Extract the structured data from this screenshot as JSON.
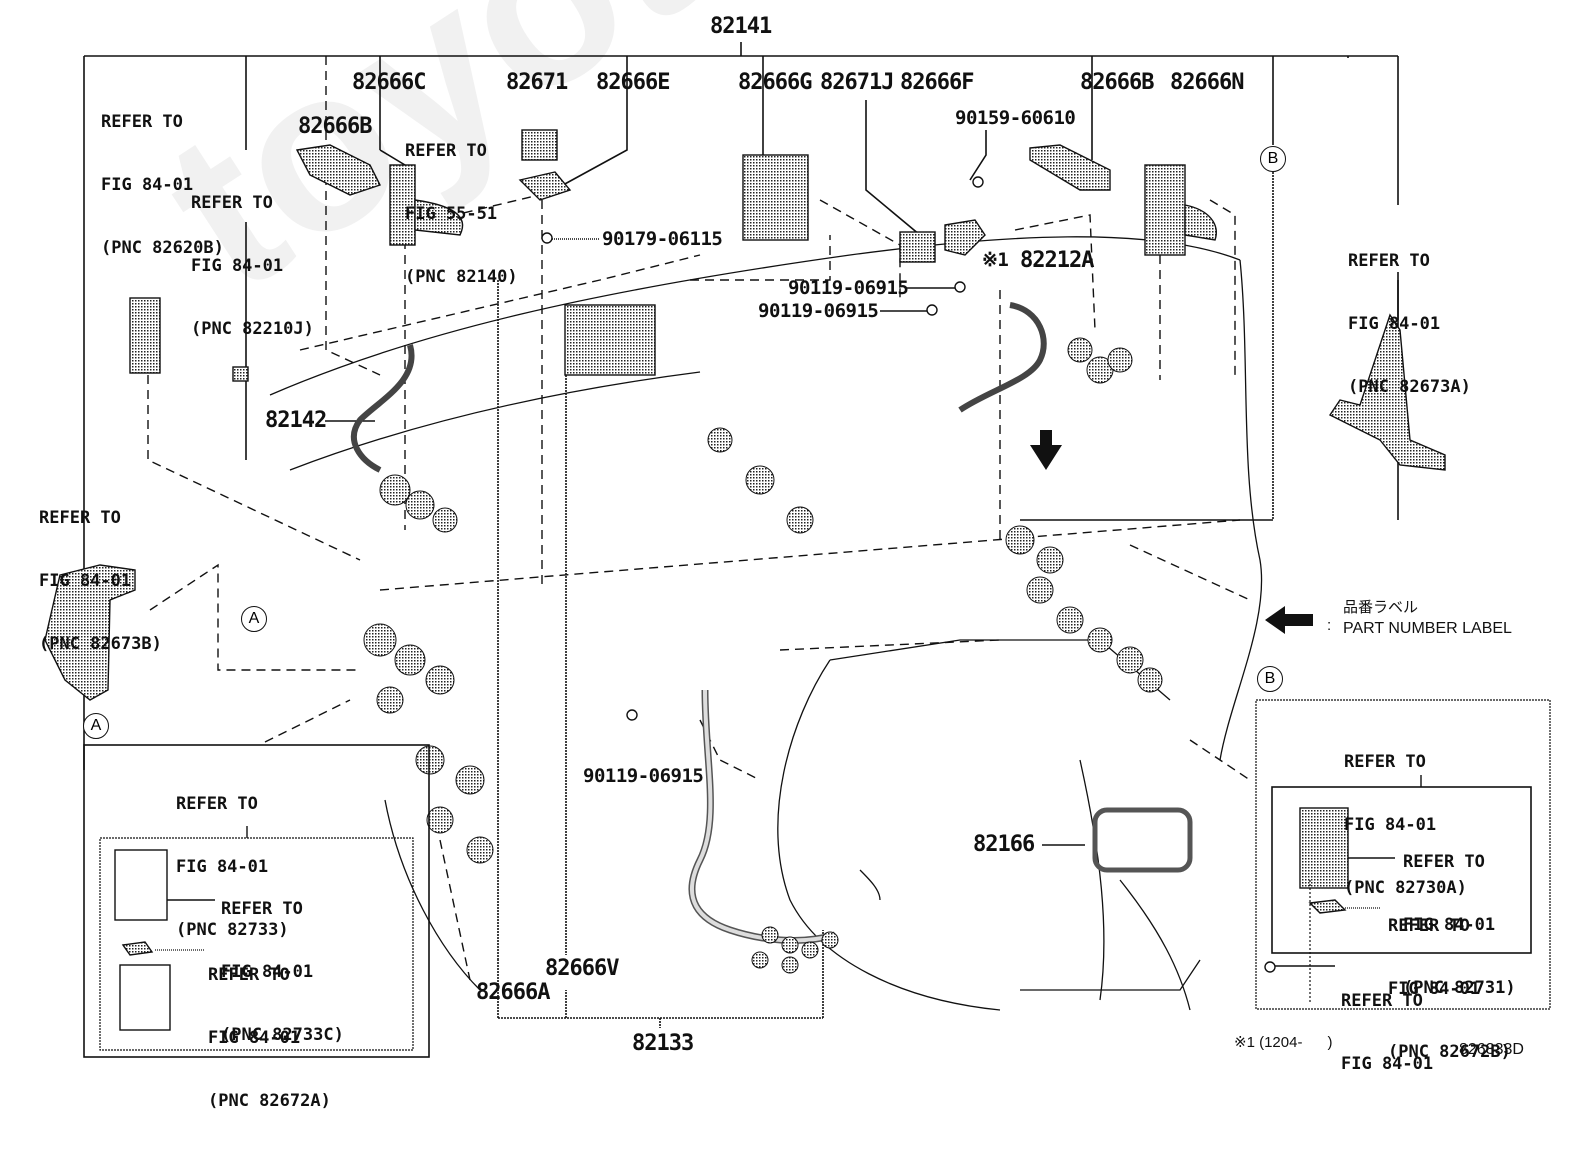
{
  "figure": {
    "drawing_code": "826333D",
    "footnote": "※1 (1204-      )",
    "watermark": "toyota-parts.ru"
  },
  "legend": {
    "japanese": "品番ラベル",
    "english": "PART NUMBER LABEL",
    "arrow_icon": "part-number-label-arrow"
  },
  "callouts": {
    "main_harness": "82141",
    "c82666C": "82666C",
    "c82671": "82671",
    "c82666E": "82666E",
    "c82666G": "82666G",
    "c82671J": "82671J",
    "c82666F": "82666F",
    "c82666B_top": "82666B",
    "c82666N": "82666N",
    "c82666B_left": "82666B",
    "bolt_90159": "90159-60610",
    "nut_90179": "90179-06115",
    "bolt_90119_a": "90119-06915",
    "bolt_90119_b": "90119-06915",
    "bolt_90119_c": "90119-06915",
    "c82212A": "82212A",
    "note_mark": "※1",
    "c82142": "82142",
    "c82166": "82166",
    "c82666V": "82666V",
    "c82666A": "82666A",
    "c82133": "82133"
  },
  "references": {
    "r82620B": [
      "REFER TO",
      "FIG 84-01",
      "(PNC 82620B)"
    ],
    "r82210J": [
      "REFER TO",
      "FIG 84-01",
      "(PNC 82210J)"
    ],
    "r82140": [
      "REFER TO",
      "FIG 55-51",
      "(PNC 82140)"
    ],
    "r82673A": [
      "REFER TO",
      "FIG 84-01",
      "(PNC 82673A)"
    ],
    "r82673B": [
      "REFER TO",
      "FIG 84-01",
      "(PNC 82673B)"
    ],
    "r82733": [
      "REFER TO",
      "FIG 84-01",
      "(PNC 82733)"
    ],
    "r82733C": [
      "REFER TO",
      "FIG 84-01",
      "(PNC 82733C)"
    ],
    "r82672A": [
      "REFER TO",
      "FIG 84-01",
      "(PNC 82672A)"
    ],
    "r82730A": [
      "REFER TO",
      "FIG 84-01",
      "(PNC 82730A)"
    ],
    "r82731": [
      "REFER TO",
      "FIG 84-01",
      "(PNC 82731)"
    ],
    "r82672B": [
      "REFER TO",
      "FIG 84-01",
      "(PNC 82672B)"
    ],
    "rBolt": [
      "REFER TO",
      "FIG 84-01"
    ]
  },
  "markers": {
    "A": "A",
    "B": "B"
  }
}
